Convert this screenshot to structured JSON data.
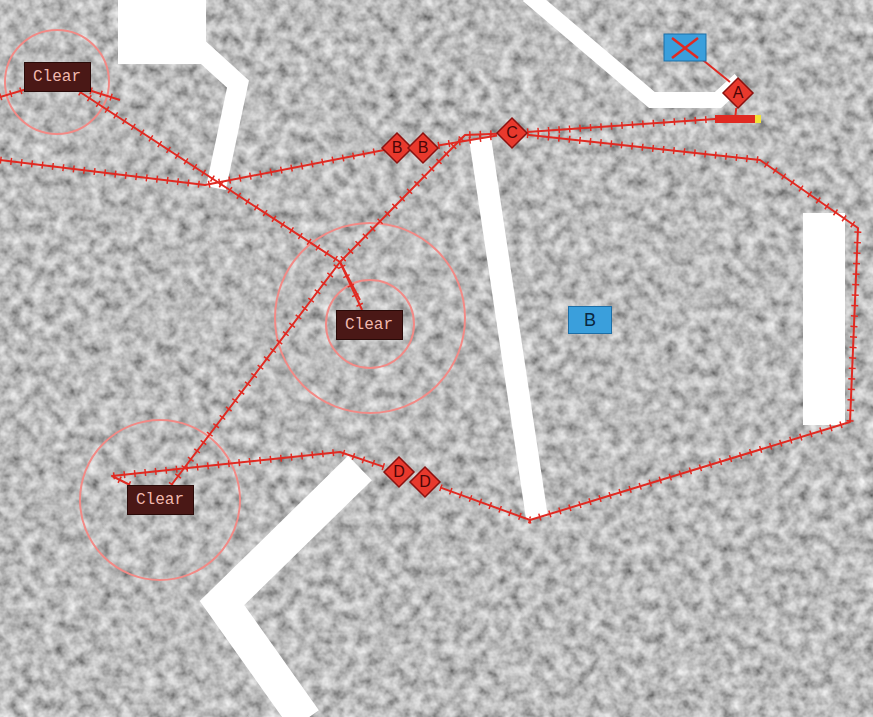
{
  "diagram": {
    "nodes": [
      {
        "text": [
          "Clear"
        ]
      },
      {
        "text": [
          "A"
        ]
      },
      {
        "text": [
          "B"
        ]
      },
      {
        "text": [
          "B"
        ]
      },
      {
        "text": [
          "C"
        ]
      },
      {
        "text": [
          "Clear"
        ]
      },
      {
        "text": [
          "B"
        ]
      },
      {
        "text": [
          "D"
        ]
      },
      {
        "text": [
          "D"
        ]
      },
      {
        "text": [
          "Clear"
        ]
      }
    ],
    "edges": [
      {
        "from": 0,
        "to": 5,
        "arrow": "none"
      },
      {
        "from": 9,
        "to": 4,
        "arrow": "none"
      },
      {
        "from": 3,
        "to": 4,
        "arrow": "none"
      },
      {
        "from": 4,
        "to": 1,
        "arrow": "none"
      },
      {
        "from": 4,
        "to": 8,
        "arrow": "none"
      },
      {
        "from": 7,
        "to": 9,
        "arrow": "none"
      }
    ]
  }
}
